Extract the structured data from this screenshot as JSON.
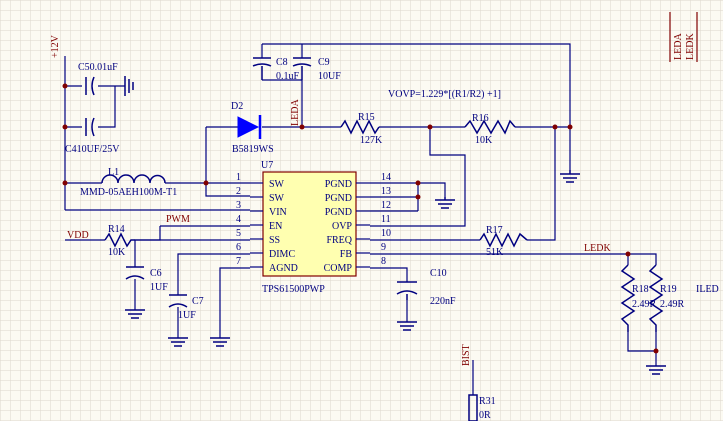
{
  "labels": {
    "v12": "+12V",
    "c5": "C50.01uF",
    "c4": "C410UF/25V",
    "c8": "C8",
    "c8_val": "0.1uF",
    "c9": "C9",
    "c9_val": "10UF",
    "d2": "D2",
    "d2_part": "B5819WS",
    "leda_net": "LEDA",
    "vovp": "VOVP=1.229*[(R1/R2) +1]",
    "r15": "R15",
    "r15_val": "127K",
    "r16": "R16",
    "r16_val": "10K",
    "l1": "L1",
    "l1_part": "MMD-05AEH100M-T1",
    "u7": "U7",
    "u7_part": "TPS61500PWP",
    "pwm": "PWM",
    "vdd": "VDD",
    "r14": "R14",
    "r14_val": "10K",
    "c6": "C6",
    "c6_val": "1UF",
    "c7": "C7",
    "c7_val": "1UF",
    "r17": "R17",
    "r17_val": "51K",
    "c10": "C10",
    "c10_val": "220nF",
    "ledk_net": "LEDK",
    "r18": "R18",
    "r18_val": "2.49R",
    "r19": "R19",
    "r19_val": "2.49R",
    "iled": "ILED",
    "bist": "BIST",
    "r31": "R31",
    "r31_val": "0R",
    "port_leda": "LEDA",
    "port_ledk": "LEDK"
  },
  "pins_left": [
    {
      "num": "1",
      "name": "SW"
    },
    {
      "num": "2",
      "name": "SW"
    },
    {
      "num": "3",
      "name": "VIN"
    },
    {
      "num": "4",
      "name": "EN"
    },
    {
      "num": "5",
      "name": "SS"
    },
    {
      "num": "6",
      "name": "DIMC"
    },
    {
      "num": "7",
      "name": "AGND"
    }
  ],
  "pins_right": [
    {
      "num": "14",
      "name": "PGND"
    },
    {
      "num": "13",
      "name": "PGND"
    },
    {
      "num": "12",
      "name": "PGND"
    },
    {
      "num": "11",
      "name": "OVP"
    },
    {
      "num": "10",
      "name": "FREQ"
    },
    {
      "num": "9",
      "name": "FB"
    },
    {
      "num": "8",
      "name": "COMP"
    }
  ],
  "colors": {
    "background": "#fcfaf2",
    "grid": "#ddd7cc",
    "wire": "#000080",
    "text": "#000080",
    "net_label": "#800000",
    "ic_body": "#ffffb0",
    "ic_border": "#800000",
    "diode": "#0000ff"
  }
}
